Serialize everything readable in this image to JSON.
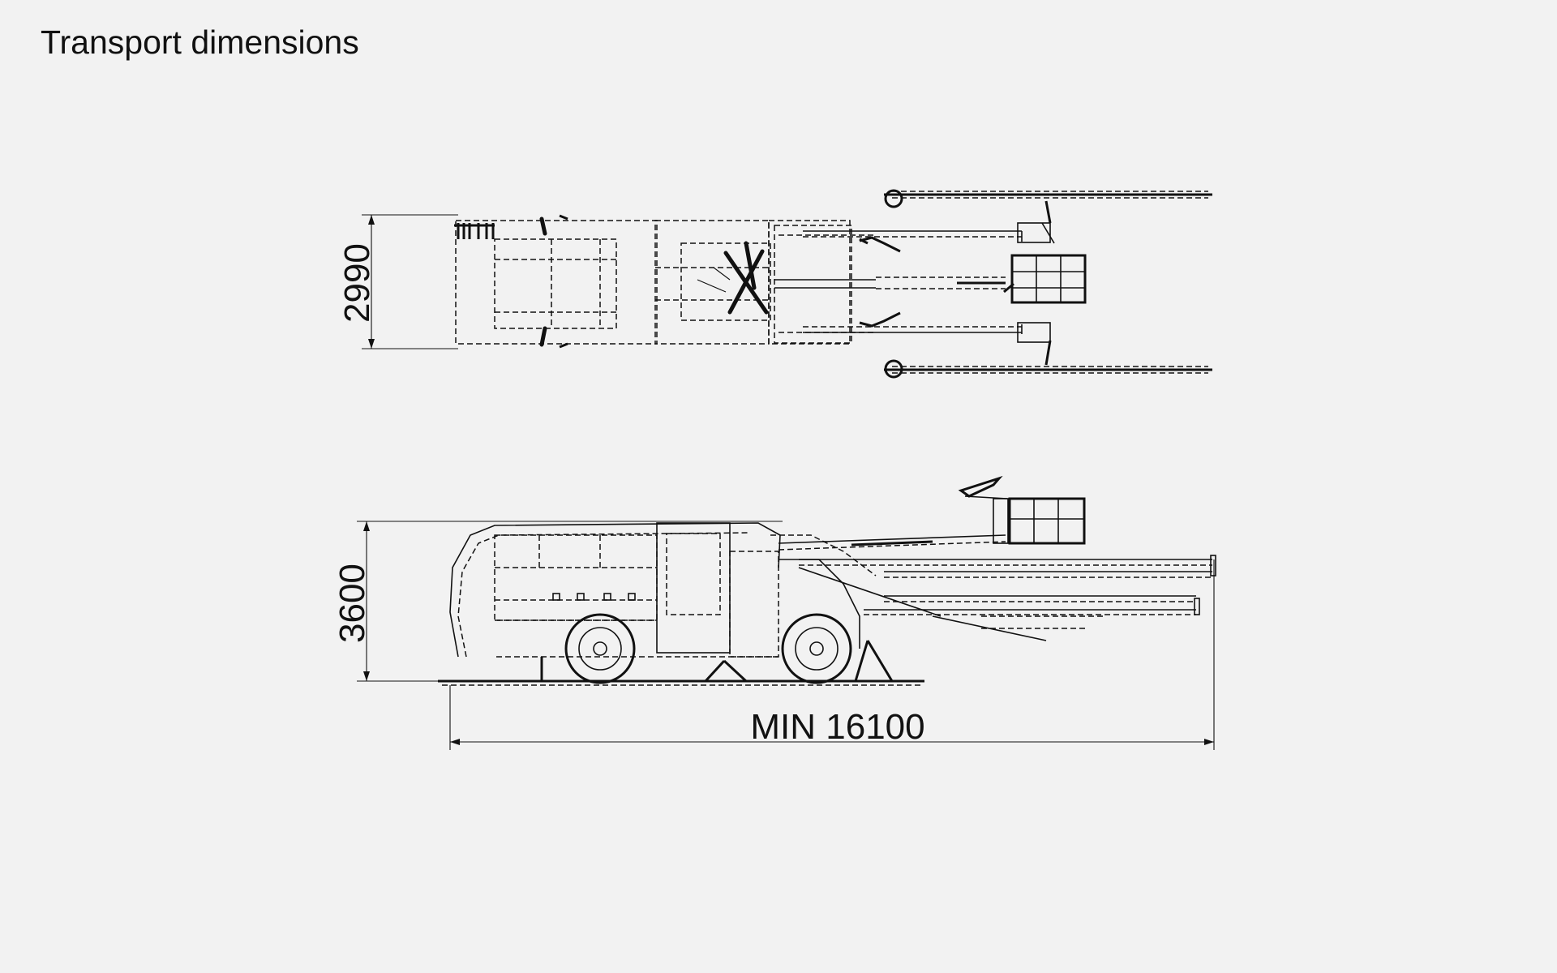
{
  "title": "Transport dimensions",
  "dimensions": {
    "width": "2990",
    "height": "3600",
    "length": "MIN 16100"
  }
}
